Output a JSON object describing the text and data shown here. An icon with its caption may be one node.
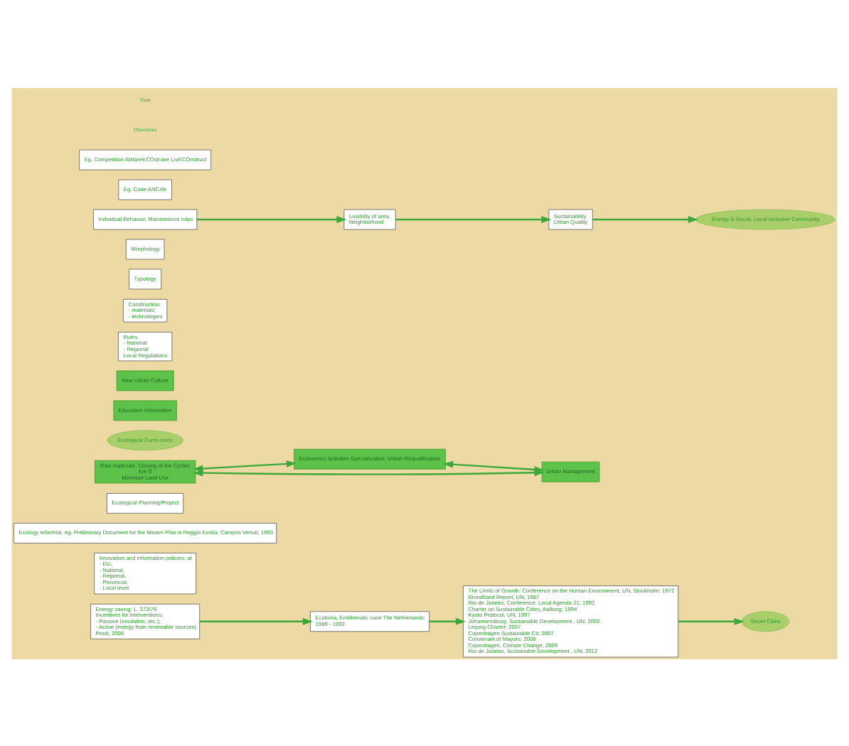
{
  "diagram": {
    "nodes": [
      {
        "text": [
          "The Limits of Growth: Conference on the Human Environment, UN, Stockholm; 1972",
          "Brundtland Report, UN; 1987",
          "Rio de Janeiro, Conference, Local Agenda 21; 1992",
          "Charter on Sustainable Cities, Aalborg; 1994",
          "Kyoto Protocol, UN; 1997",
          "Johannensburg, Sustainable Development , UN; 2002",
          "Leipzig Charter; 2007",
          "Copenhagen Sustainable Cit; 2007",
          "Convenant of Mayors; 2008",
          "Copenhagen, Climate Change; 2009",
          "Rio de Janeiro, Sustainable Development , UN; 2012"
        ]
      },
      {
        "text": [
          "Innovation and information policies: at",
          "- EU,",
          "- National,",
          "- Regional,",
          "- Provincial,",
          "- Local level"
        ]
      },
      {
        "text": [
          "Ecology reformist, eg. Preliminary Document for the Master Plan in Reggio Emilia, Campos Venuti; 1993"
        ]
      },
      {
        "text": [
          "Ecological Planning/Project"
        ]
      },
      {
        "text": [
          "Ecolonia, Emblematic case The Netherlands:",
          "1989 - 1993"
        ]
      },
      {
        "text": [
          "Smart Cities"
        ]
      },
      {
        "text": [
          "Raw materials, Closing of the Cycles",
          "Km 0",
          "Minimize Land Use"
        ]
      },
      {
        "text": [
          "Economics Activities Specialization, Urban Requalification"
        ]
      },
      {
        "text": [
          "Urban Management"
        ]
      },
      {
        "text": [
          "Ecological Curro-cives"
        ]
      },
      {
        "text": [
          "Education Information"
        ]
      },
      {
        "text": [
          "New Urban Culture"
        ]
      },
      {
        "text": [
          "Rules",
          "- National",
          "- Regional",
          "Local Regulations"
        ]
      },
      {
        "text": [
          "Energy saving: L. 373/76",
          "Incentives for interventions:",
          "- Passive (insulation, etc.);",
          "- Active (energy from renewable sources)",
          "Prodi, 2006"
        ]
      },
      {
        "text": [
          "Construction:",
          "- materials;",
          "- technologies"
        ]
      },
      {
        "text": [
          "Typology"
        ]
      },
      {
        "text": [
          "Morphology"
        ]
      },
      {
        "text": [
          "Individual Behavior; Maintenance rulps"
        ]
      },
      {
        "text": [
          "Livability of area,",
          "Neighborhood"
        ]
      },
      {
        "text": [
          "Sustainability",
          "Urban Quality"
        ]
      },
      {
        "text": [
          "Energy & Social, Local Inclusive Community"
        ]
      },
      {
        "text": [
          "Eg. Code ANCAb"
        ]
      },
      {
        "text": [
          "Eg. Competition AbitareECOstraire LivECOnstruct"
        ]
      }
    ],
    "edges": [
      {
        "from": 0,
        "to": 5,
        "arrow": "to"
      },
      {
        "from": 4,
        "to": 0,
        "arrow": "to"
      },
      {
        "from": 13,
        "to": 4,
        "arrow": "to"
      },
      {
        "from": 6,
        "to": 8,
        "arrow": "both"
      },
      {
        "from": 6,
        "to": 7,
        "arrow": "both"
      },
      {
        "from": 7,
        "to": 8,
        "arrow": "both"
      },
      {
        "from": 17,
        "to": 18,
        "arrow": "to"
      },
      {
        "from": 18,
        "to": 19,
        "arrow": "to"
      },
      {
        "from": 19,
        "to": 20,
        "arrow": "to"
      }
    ],
    "labels": [
      "Directions",
      "Time"
    ]
  }
}
